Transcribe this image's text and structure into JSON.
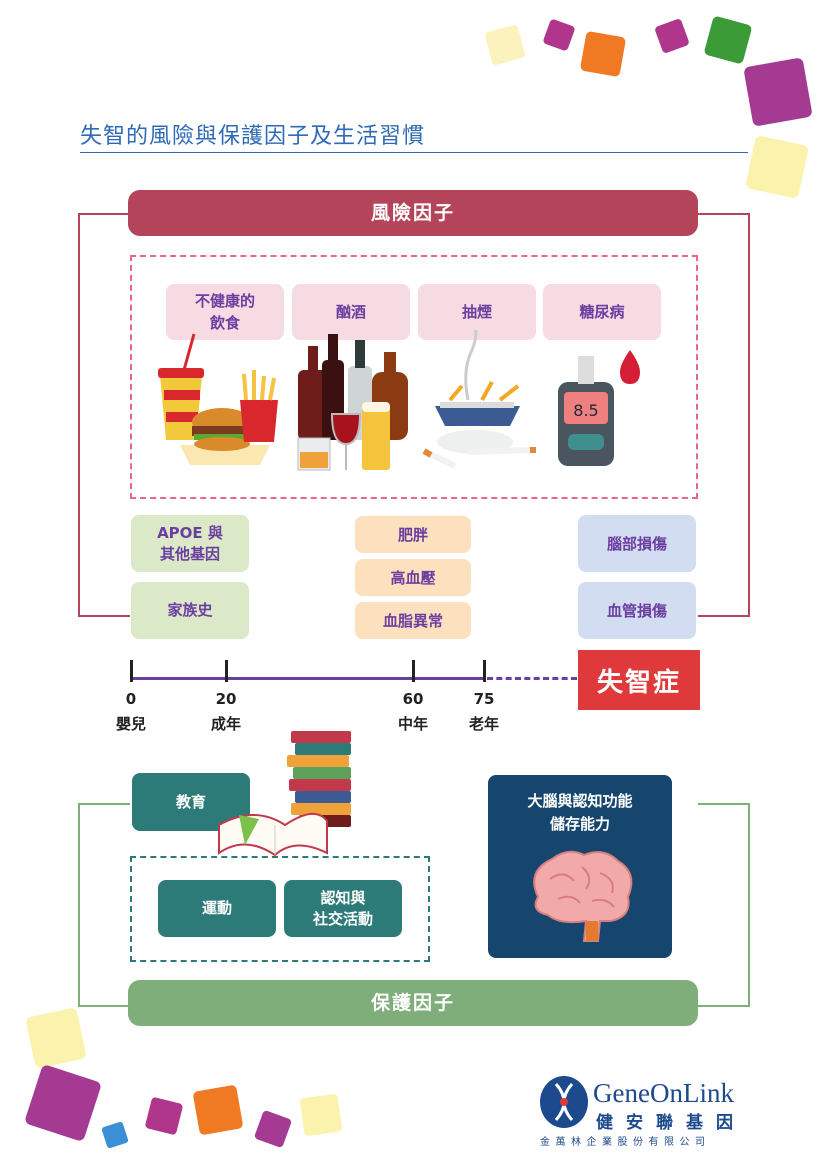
{
  "title": "失智的風險與保護因子及生活習慣",
  "risk_band": "風險因子",
  "protect_band": "保護因子",
  "lifestyle_risks": [
    {
      "label_line1": "不健康的",
      "label_line2": "飲食"
    },
    {
      "label_line1": "酗酒",
      "label_line2": ""
    },
    {
      "label_line1": "抽煙",
      "label_line2": ""
    },
    {
      "label_line1": "糖尿病",
      "label_line2": ""
    }
  ],
  "glucose_reading": "8.5",
  "genetic": {
    "apoe_line1": "APOE 與",
    "apoe_line2": "其他基因",
    "family": "家族史"
  },
  "midlife": [
    "肥胖",
    "高血壓",
    "血脂異常"
  ],
  "late": [
    "腦部損傷",
    "血管損傷"
  ],
  "dementia": "失智症",
  "timeline": [
    {
      "age": "0",
      "label": "嬰兒"
    },
    {
      "age": "20",
      "label": "成年"
    },
    {
      "age": "60",
      "label": "中年"
    },
    {
      "age": "75",
      "label": "老年"
    }
  ],
  "protective": {
    "education": "教育",
    "exercise": "運動",
    "social_line1": "認知與",
    "social_line2": "社交活動",
    "brain_line1": "大腦與認知功能",
    "brain_line2": "儲存能力"
  },
  "logo": {
    "name": "GeneOnLink",
    "cn": "健安聯基因",
    "company": "金萬林企業股份有限公司"
  },
  "colors": {
    "risk": "#b4445a",
    "protect": "#7fae7a",
    "dementia": "#e0393c",
    "accent": "#2f6bb5"
  }
}
